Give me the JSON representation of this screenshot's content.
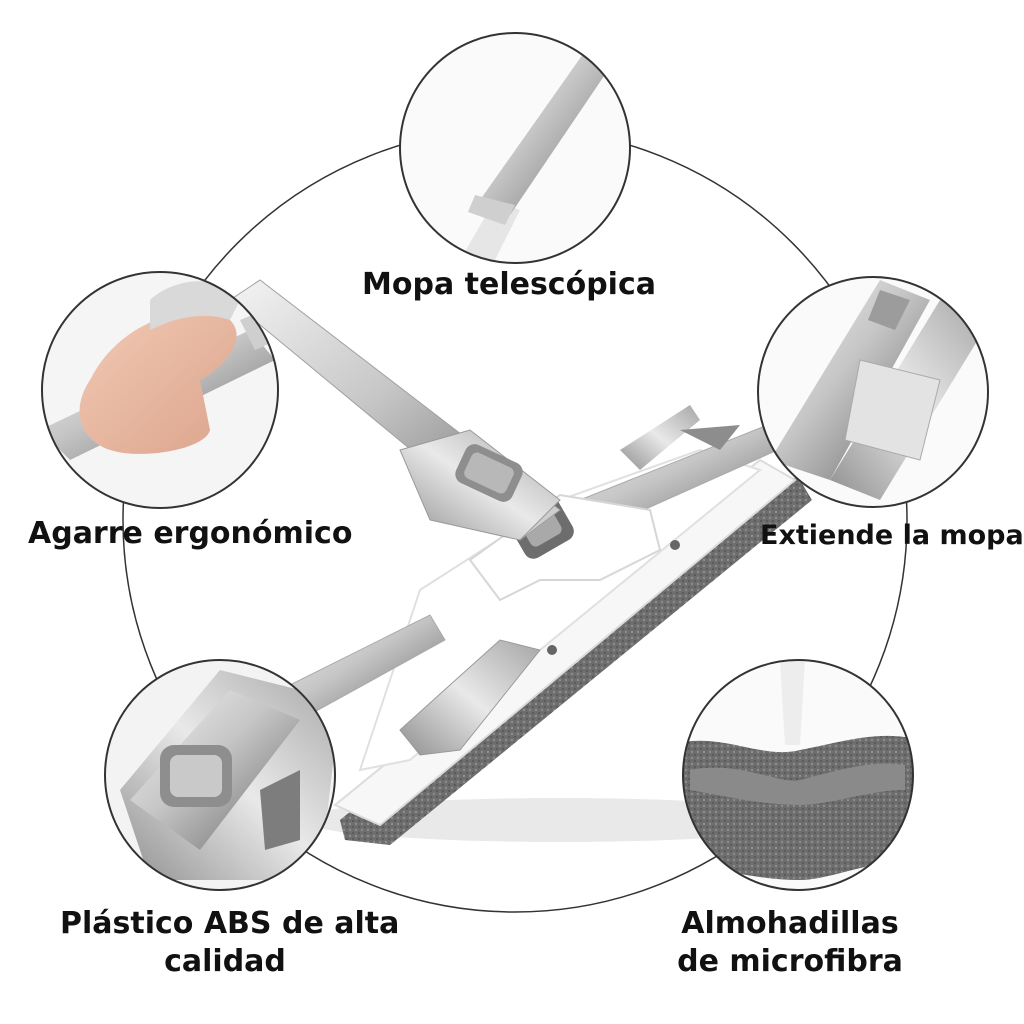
{
  "features": {
    "telescopic": {
      "label": "Mopa telescópica",
      "icon": "telescopic-pole-icon"
    },
    "grip": {
      "label": "Agarre ergonómico",
      "icon": "hand-grip-icon"
    },
    "extend": {
      "label": "Extiende la mopa",
      "icon": "extension-joint-icon"
    },
    "abs": {
      "label_line1": "Plástico ABS de alta",
      "label_line2": "calidad",
      "icon": "abs-plastic-button-icon"
    },
    "microfiber": {
      "label_line1": "Almohadillas",
      "label_line2": "de microfibra",
      "icon": "microfiber-pad-icon"
    }
  },
  "colors": {
    "background": "#ffffff",
    "text": "#111111",
    "metal_light": "#e8e8e8",
    "metal_mid": "#b9b9b9",
    "metal_dark": "#8a8a8a",
    "pad_gray": "#6b6b6b",
    "circle_stroke": "#333333"
  }
}
